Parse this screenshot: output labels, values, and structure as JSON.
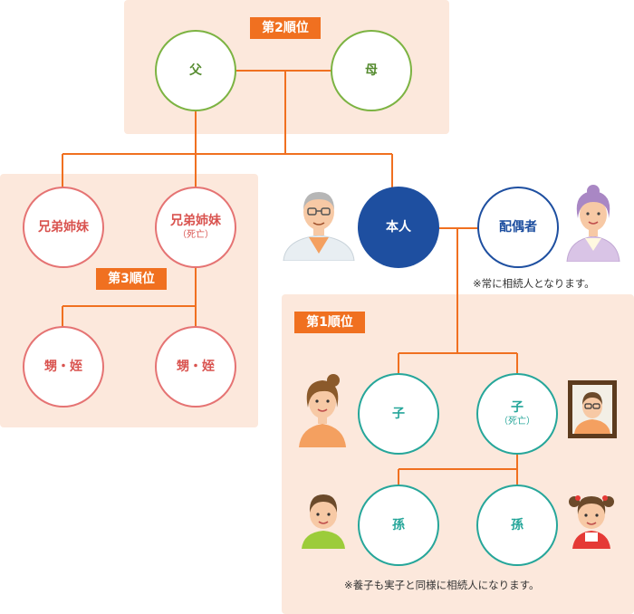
{
  "colors": {
    "line": "#f07020",
    "badge": "#f07020",
    "panel": "#fce8dc",
    "self": "#1e4fa0"
  },
  "badges": {
    "rank1": "第1順位",
    "rank2": "第2順位",
    "rank3": "第3順位"
  },
  "nodes": {
    "father": {
      "label": "父"
    },
    "mother": {
      "label": "母"
    },
    "sibling1": {
      "label": "兄弟姉妹"
    },
    "sibling2": {
      "label": "兄弟姉妹",
      "sub": "（死亡）"
    },
    "nephew1": {
      "label": "甥・姪"
    },
    "nephew2": {
      "label": "甥・姪"
    },
    "self": {
      "label": "本人"
    },
    "spouse": {
      "label": "配偶者"
    },
    "child1": {
      "label": "子"
    },
    "child2": {
      "label": "子",
      "sub": "（死亡）"
    },
    "grandchild1": {
      "label": "孫"
    },
    "grandchild2": {
      "label": "孫"
    }
  },
  "notes": {
    "spouse": "※常に相続人となります。",
    "adopted": "※養子も実子と同様に相続人になります。"
  },
  "icons": [
    "grandfather-icon",
    "grandmother-icon",
    "woman-icon",
    "deceased-portrait-icon",
    "boy-icon",
    "girl-icon"
  ]
}
